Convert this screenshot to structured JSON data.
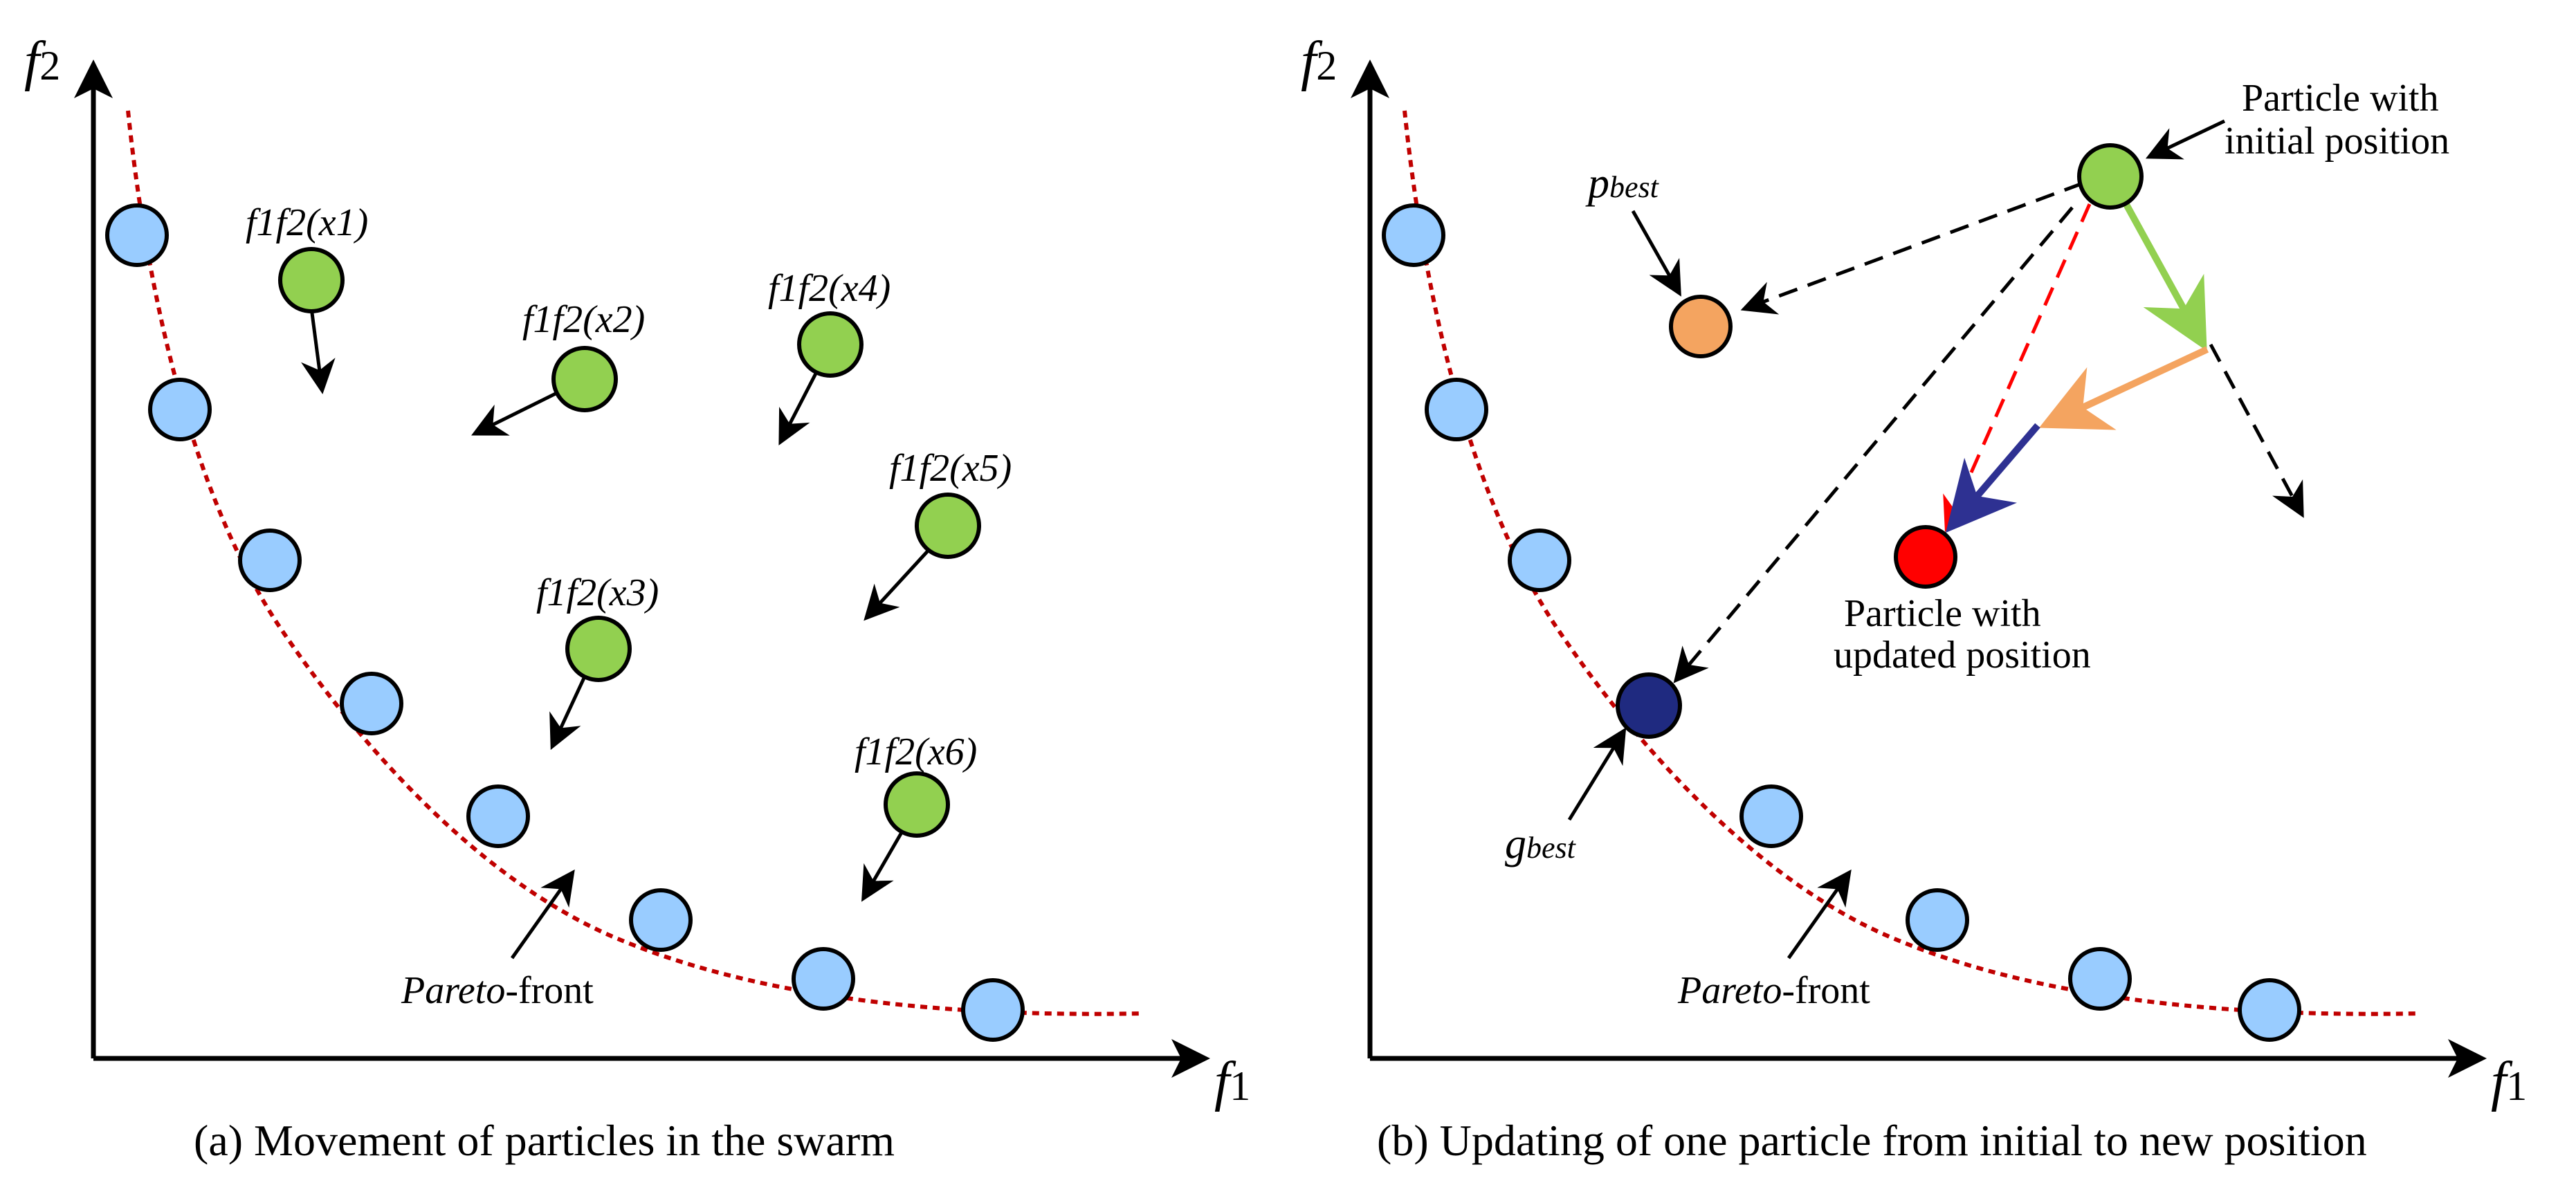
{
  "panel_a": {
    "caption": "(a) Movement of particles in the swarm",
    "axis_x": "f1",
    "axis_y": "f2",
    "front_label_italic": "Pareto",
    "front_label_rest": "-front",
    "particles": [
      {
        "label": "f1f2(x1)"
      },
      {
        "label": "f1f2(x2)"
      },
      {
        "label": "f1f2(x3)"
      },
      {
        "label": "f1f2(x4)"
      },
      {
        "label": "f1f2(x5)"
      },
      {
        "label": "f1f2(x6)"
      }
    ]
  },
  "panel_b": {
    "caption": "(b) Updating of one particle from initial to new position",
    "axis_x": "f1",
    "axis_y": "f2",
    "front_label_italic": "Pareto",
    "front_label_rest": "-front",
    "pbest_main": "p",
    "pbest_sub": "best",
    "gbest_main": "g",
    "gbest_sub": "best",
    "initial_line1": "Particle with",
    "initial_line2": "initial position",
    "updated_line1": "Particle with",
    "updated_line2": "updated position"
  },
  "colors": {
    "front_node": "#99ccff",
    "particle": "#92d050",
    "pbest": "#f4a460",
    "gbest": "#1f2a80",
    "updated": "#ff0000",
    "front_curve": "#c00000",
    "arrow_green": "#92d050",
    "arrow_orange": "#f4a460",
    "arrow_blue": "#2e3192",
    "arrow_red": "#ff0000"
  }
}
